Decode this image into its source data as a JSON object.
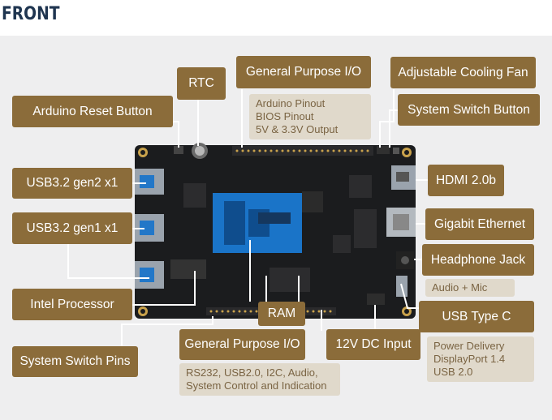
{
  "page": {
    "title": "FRONT"
  },
  "labels": {
    "rtc": "RTC",
    "gpio_top": "General Purpose I/O",
    "cooling_fan": "Adjustable Cooling Fan",
    "arduino_reset": "Arduino Reset Button",
    "system_switch_button": "System Switch Button",
    "usb32_gen2": "USB3.2 gen2 x1",
    "hdmi": "HDMI 2.0b",
    "usb32_gen1": "USB3.2 gen1 x1",
    "gigabit_ethernet": "Gigabit Ethernet",
    "headphone_jack": "Headphone Jack",
    "intel_processor": "Intel Processor",
    "ram": "RAM",
    "usb_type_c": "USB Type C",
    "system_switch_pins": "System Switch Pins",
    "gpio_bottom": "General Purpose I/O",
    "dc_input": "12V DC Input"
  },
  "notes": {
    "gpio_top": [
      "Arduino Pinout",
      "BIOS Pinout",
      "5V & 3.3V Output"
    ],
    "headphone": [
      "Audio + Mic"
    ],
    "gpio_bottom": [
      "RS232, USB2.0, I2C, Audio,",
      "System Control and Indication"
    ],
    "usb_type_c": [
      "Power Delivery",
      "DisplayPort 1.4",
      "USB 2.0"
    ]
  },
  "colors": {
    "label_bg": "#8b6c3a",
    "note_bg": "#e0d9cb",
    "note_text": "#7a6443",
    "title": "#1f3550",
    "panel_bg": "#eeeeef",
    "board": "#1b1c1e",
    "cpu": "#1a74c8"
  }
}
